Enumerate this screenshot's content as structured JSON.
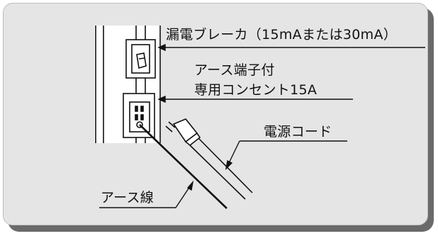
{
  "labels": {
    "breaker": "漏電ブレーカ（15mAまたは30mA）",
    "outlet_line1": "アース端子付",
    "outlet_line2": "専用コンセント15A",
    "power_cord": "電源コード",
    "earth_wire": "アース線"
  },
  "colors": {
    "background": "#e5e5e5",
    "shadow": "#6a6a6a",
    "line": "#111111",
    "wall": "#ffffff"
  },
  "icons": {
    "breaker": "breaker-switch-icon",
    "outlet": "grounded-outlet-icon",
    "plug": "power-plug-icon"
  }
}
